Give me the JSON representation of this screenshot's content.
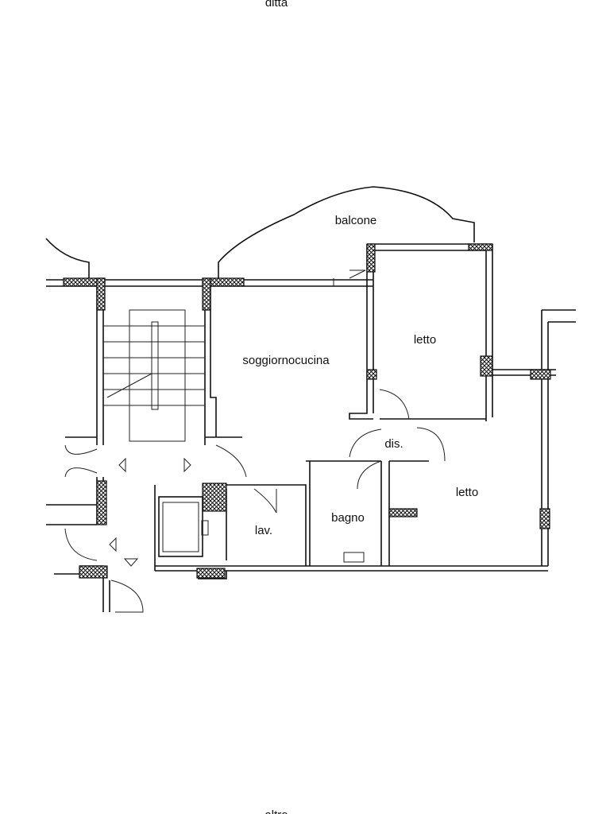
{
  "plan": {
    "top_neighbor": "ditta",
    "bottom_neighbor": "altro",
    "rooms": {
      "balcone": "balcone",
      "letto_1": "letto",
      "soggiorno": "soggiornocucina",
      "letto_2": "letto",
      "dis": "dis.",
      "lav": "lav.",
      "bagno": "bagno"
    }
  }
}
